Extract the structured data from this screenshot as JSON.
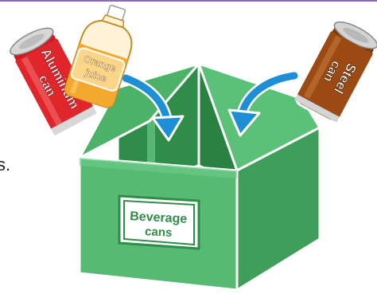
{
  "page_fragment_text": "s.",
  "box": {
    "label_line1": "Beverage",
    "label_line2": "cans",
    "color": "#3fa95b"
  },
  "items": {
    "aluminum_can": {
      "line1": "Aluminum",
      "line2": "can",
      "color": "#e0262b"
    },
    "orange_juice": {
      "line1": "Orange",
      "line2": "juice",
      "color": "#f5a830"
    },
    "steel_can": {
      "line1": "Steel",
      "line2": "can",
      "color": "#9a4a12"
    }
  },
  "arrow_color": "#1e8fd6",
  "icons": [
    "aluminum-can-icon",
    "orange-juice-bottle-icon",
    "steel-can-icon",
    "arrow-icon",
    "recycling-box-icon"
  ]
}
